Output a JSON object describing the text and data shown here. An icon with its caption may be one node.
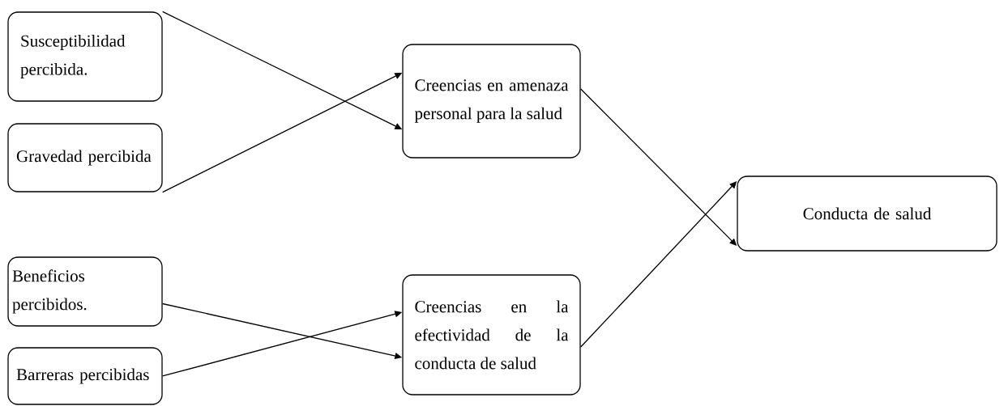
{
  "diagram": {
    "nodes": [
      {
        "text": [
          "Susceptibilidad percibida."
        ]
      },
      {
        "text": [
          "Gravedad percibida"
        ]
      },
      {
        "text": [
          "Creencias en amenaza personal para la salud"
        ]
      },
      {
        "text": [
          "Conducta de salud"
        ]
      },
      {
        "text": [
          "Beneficios percibidos."
        ]
      },
      {
        "text": [
          "Barreras percibidas"
        ]
      },
      {
        "text": [
          "Creencias en la efectividad de la conducta de salud"
        ]
      }
    ],
    "edges": [
      {
        "from": 0,
        "to": 2,
        "arrow": "to"
      },
      {
        "from": 1,
        "to": 2,
        "arrow": "to"
      },
      {
        "from": 2,
        "to": 3,
        "arrow": "to"
      },
      {
        "from": 4,
        "to": 6,
        "arrow": "to"
      },
      {
        "from": 5,
        "to": 6,
        "arrow": "to"
      },
      {
        "from": 6,
        "to": 3,
        "arrow": "to"
      }
    ]
  }
}
